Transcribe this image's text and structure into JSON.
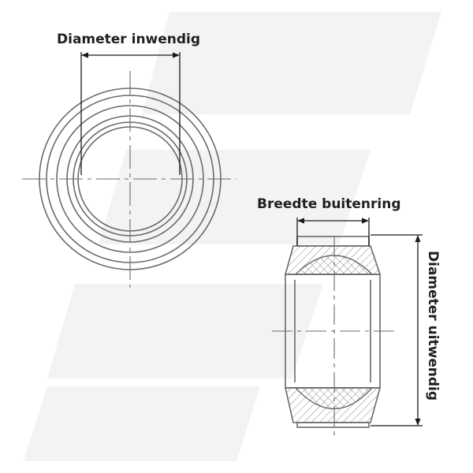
{
  "labels": {
    "inner_diameter": "Diameter inwendig",
    "outer_ring_width": "Breedte buitenring",
    "outer_diameter": "Diameter uitwendig"
  },
  "colors": {
    "line": "#6a6a6a",
    "dim_line": "#1a1a1a",
    "watermark": "#f3f3f3",
    "text": "#1f1f1f"
  }
}
